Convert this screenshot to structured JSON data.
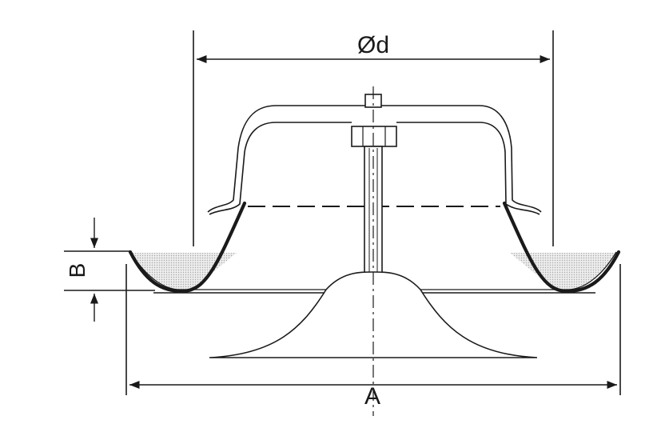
{
  "labels": {
    "diameter": "Ød",
    "height": "B",
    "width": "A"
  },
  "colors": {
    "line": "#1a1a1a",
    "hatch": "#c8c8c8",
    "background": "#ffffff"
  }
}
